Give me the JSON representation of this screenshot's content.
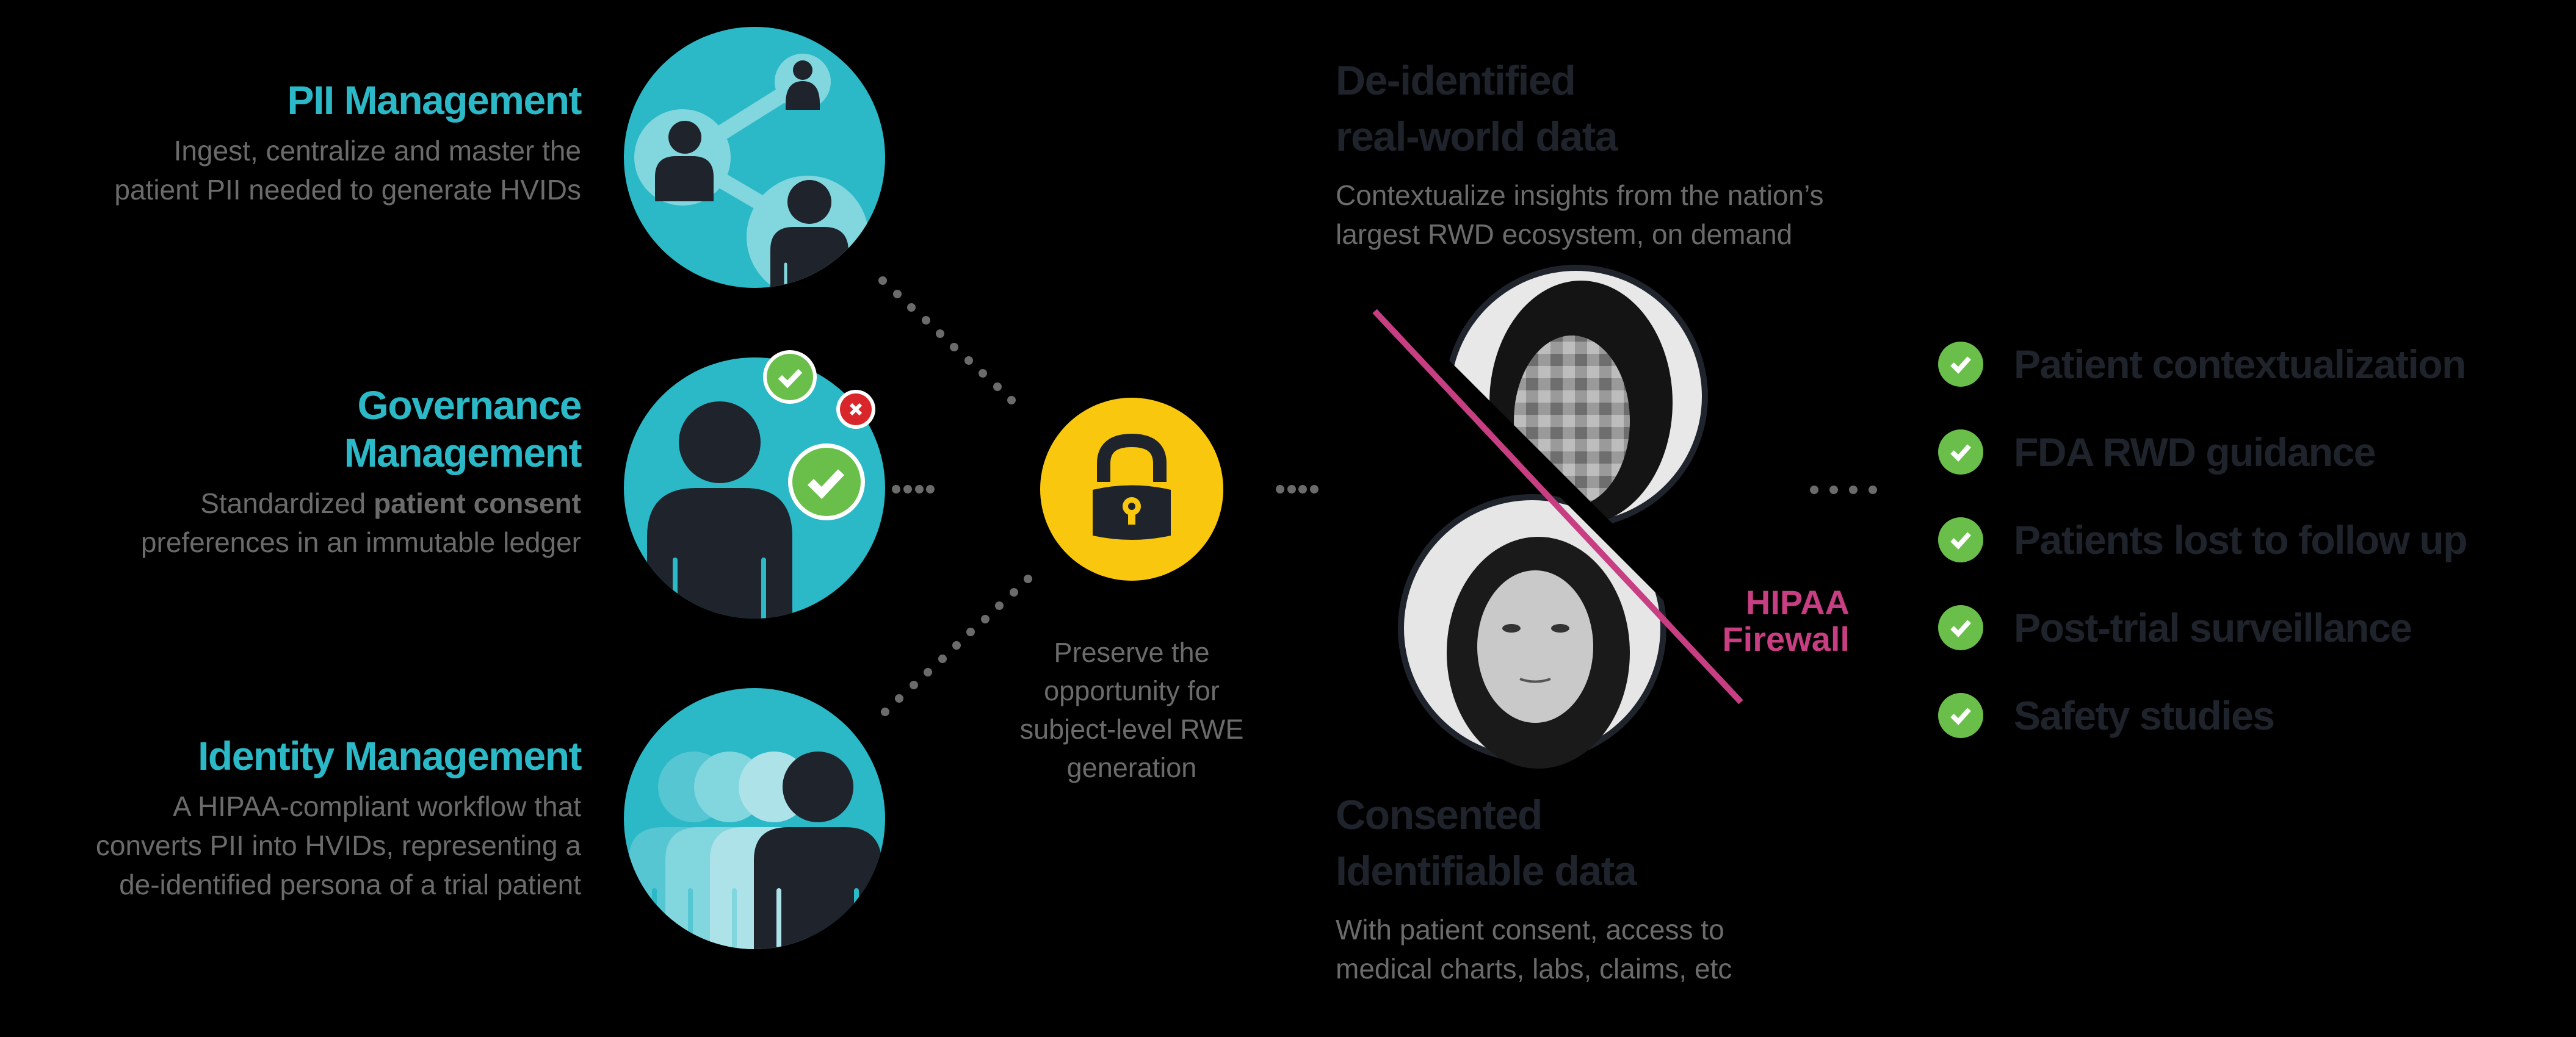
{
  "colors": {
    "background": "#000000",
    "teal": "#2bb8c7",
    "teal_light": "#82d6de",
    "teal_pale": "#ade2e9",
    "dark_figure": "#1f232b",
    "gray_text": "#6b6b6b",
    "dot_gray": "#6b6b6b",
    "lock_yellow": "#f9c80e",
    "check_green": "#6abf4b",
    "reject_red": "#d9262a",
    "firewall_magenta": "#c83e82"
  },
  "left_sections": [
    {
      "title": "PII Management",
      "desc_lines": [
        "Ingest, centralize and master the",
        "patient PII needed to generate HVIDs"
      ],
      "icon": "network-people-icon"
    },
    {
      "title_lines": [
        "Governance",
        "Management"
      ],
      "desc_line1_prefix": "Standardized ",
      "desc_line1_bold": "patient consent",
      "desc_line2": "preferences in an immutable ledger",
      "icon": "person-consent-icon"
    },
    {
      "title": "Identity Management",
      "desc_lines": [
        "A HIPAA-compliant workflow that",
        "converts PII into HVIDs, representing a",
        "de-identified persona of a trial patient"
      ],
      "icon": "persona-stack-icon"
    }
  ],
  "center": {
    "icon": "lock-icon",
    "caption_lines": [
      "Preserve the",
      "opportunity for",
      "subject-level RWE",
      "generation"
    ]
  },
  "deidentified": {
    "title_lines": [
      "De-identified",
      "real-world data"
    ],
    "desc_lines": [
      "Contextualize insights from the nation’s",
      "largest RWD ecosystem, on demand"
    ]
  },
  "consented": {
    "title_lines": [
      "Consented",
      "Identifiable data"
    ],
    "desc_lines": [
      "With patient consent, access to",
      "medical charts, labs, claims, etc"
    ]
  },
  "firewall": {
    "label_lines": [
      "HIPAA",
      "Firewall"
    ]
  },
  "use_cases": [
    {
      "label": "Patient contextualization",
      "icon": "check-circle-icon"
    },
    {
      "label": "FDA RWD guidance",
      "icon": "check-circle-icon"
    },
    {
      "label": "Patients lost to follow up",
      "icon": "check-circle-icon"
    },
    {
      "label": "Post-trial surveillance",
      "icon": "check-circle-icon"
    },
    {
      "label": "Safety studies",
      "icon": "check-circle-icon"
    }
  ]
}
